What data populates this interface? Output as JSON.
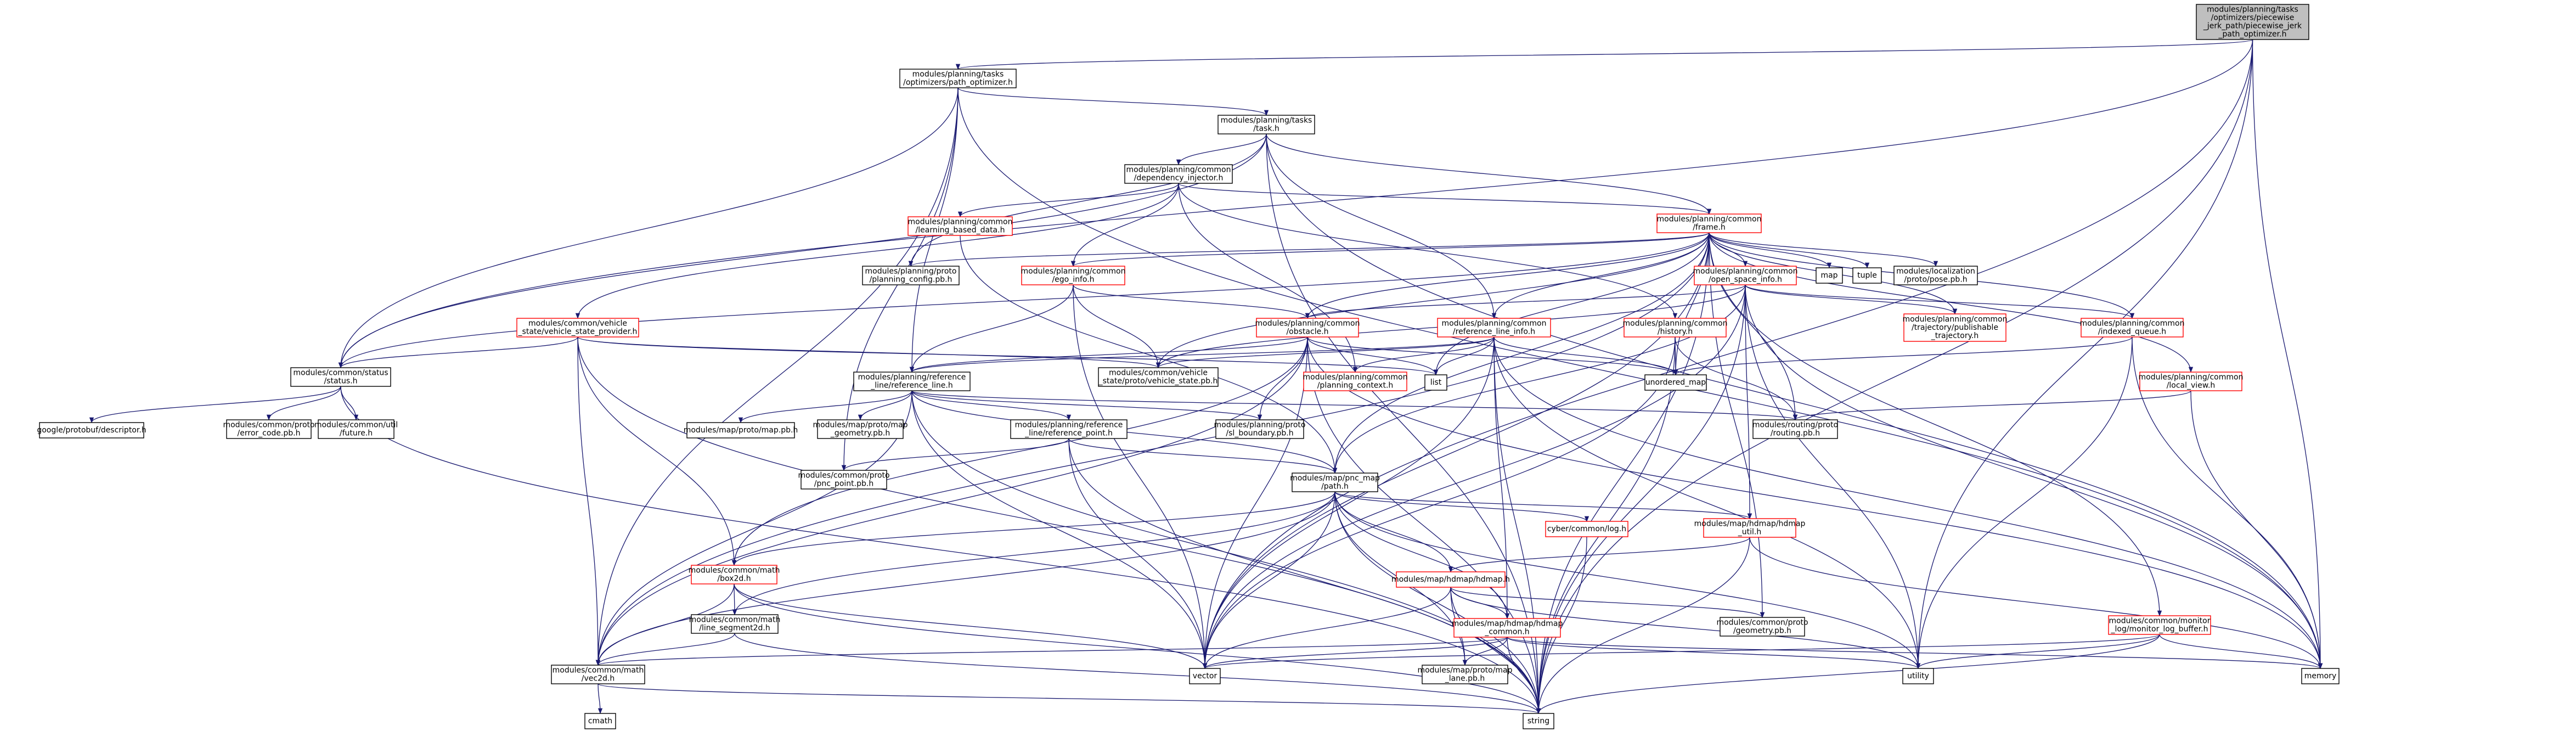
{
  "graph": {
    "root": {
      "line1": "modules/planning/tasks",
      "line2": "/optimizers/piecewise",
      "line3": "_jerk_path/piecewise_jerk",
      "line4": "_path_optimizer.h"
    },
    "nodes": {
      "path_optimizer": [
        "modules/planning/tasks",
        "/optimizers/path_optimizer.h"
      ],
      "task": [
        "modules/planning/tasks",
        "/task.h"
      ],
      "dependency_injector": [
        "modules/planning/common",
        "/dependency_injector.h"
      ],
      "learning_based_data": [
        "modules/planning/common",
        "/learning_based_data.h"
      ],
      "frame": [
        "modules/planning/common",
        "/frame.h"
      ],
      "planning_config": [
        "modules/planning/proto",
        "/planning_config.pb.h"
      ],
      "ego_info": [
        "modules/planning/common",
        "/ego_info.h"
      ],
      "open_space_info": [
        "modules/planning/common",
        "/open_space_info.h"
      ],
      "map": [
        "map"
      ],
      "tuple": [
        "tuple"
      ],
      "localization_pose": [
        "modules/localization",
        "/proto/pose.pb.h"
      ],
      "vehicle_state_provider": [
        "modules/common/vehicle",
        "_state/vehicle_state_provider.h"
      ],
      "obstacle": [
        "modules/planning/common",
        "/obstacle.h"
      ],
      "reference_line_info": [
        "modules/planning/common",
        "/reference_line_info.h"
      ],
      "history": [
        "modules/planning/common",
        "/history.h"
      ],
      "publishable_trajectory": [
        "modules/planning/common",
        "/trajectory/publishable",
        "_trajectory.h"
      ],
      "indexed_queue": [
        "modules/planning/common",
        "/indexed_queue.h"
      ],
      "status": [
        "modules/common/status",
        "/status.h"
      ],
      "reference_line": [
        "modules/planning/reference",
        "_line/reference_line.h"
      ],
      "vehicle_state_pb": [
        "modules/common/vehicle",
        "_state/proto/vehicle_state.pb.h"
      ],
      "planning_context": [
        "modules/planning/common",
        "/planning_context.h"
      ],
      "list": [
        "list"
      ],
      "unordered_map": [
        "unordered_map"
      ],
      "local_view": [
        "modules/planning/common",
        "/local_view.h"
      ],
      "descriptor": [
        "google/protobuf/descriptor.h"
      ],
      "error_code": [
        "modules/common/proto",
        "/error_code.pb.h"
      ],
      "future": [
        "modules/common/util",
        "/future.h"
      ],
      "map_pb": [
        "modules/map/proto/map.pb.h"
      ],
      "map_geometry": [
        "modules/map/proto/map",
        "_geometry.pb.h"
      ],
      "reference_point": [
        "modules/planning/reference",
        "_line/reference_point.h"
      ],
      "sl_boundary": [
        "modules/planning/proto",
        "/sl_boundary.pb.h"
      ],
      "routing": [
        "modules/routing/proto",
        "/routing.pb.h"
      ],
      "pnc_point": [
        "modules/common/proto",
        "/pnc_point.pb.h"
      ],
      "pnc_path": [
        "modules/map/pnc_map",
        "/path.h"
      ],
      "cyber_log": [
        "cyber/common/log.h"
      ],
      "hdmap_util": [
        "modules/map/hdmap/hdmap",
        "_util.h"
      ],
      "box2d": [
        "modules/common/math",
        "/box2d.h"
      ],
      "hdmap": [
        "modules/map/hdmap/hdmap.h"
      ],
      "line_segment2d": [
        "modules/common/math",
        "/line_segment2d.h"
      ],
      "hdmap_common": [
        "modules/map/hdmap/hdmap",
        "_common.h"
      ],
      "geometry_pb": [
        "modules/common/proto",
        "/geometry.pb.h"
      ],
      "monitor_log_buffer": [
        "modules/common/monitor",
        "_log/monitor_log_buffer.h"
      ],
      "vec2d": [
        "modules/common/math",
        "/vec2d.h"
      ],
      "vector": [
        "vector"
      ],
      "lane_pb": [
        "modules/map/proto/map",
        "_lane.pb.h"
      ],
      "utility": [
        "utility"
      ],
      "memory": [
        "memory"
      ],
      "cmath": [
        "cmath"
      ],
      "string": [
        "string"
      ]
    }
  }
}
